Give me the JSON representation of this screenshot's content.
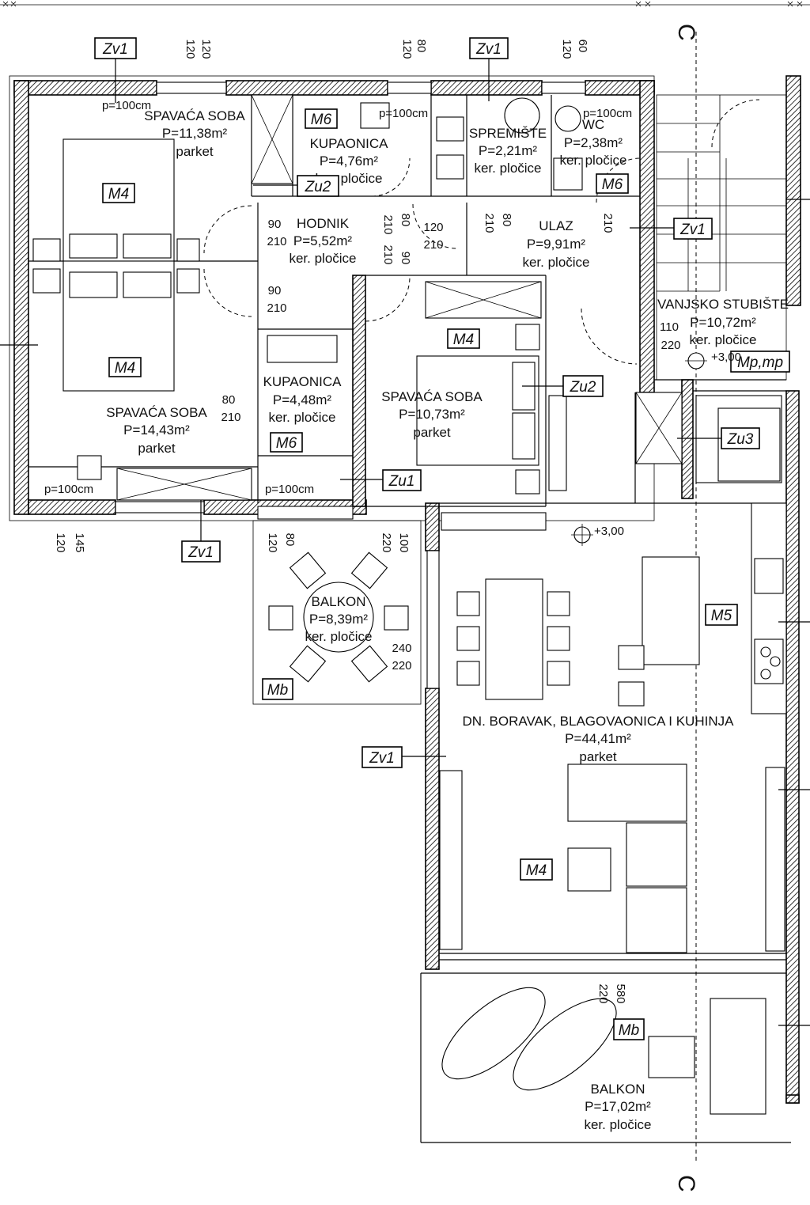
{
  "rooms": [
    {
      "name": "SPAVAĆA SOBA",
      "area": "P=11,38m²",
      "floor": "parket"
    },
    {
      "name": "KUPAONICA",
      "area": "P=4,76m²",
      "floor": "ker. pločice"
    },
    {
      "name": "SPREMIŠTE",
      "area": "P=2,21m²",
      "floor": "ker. pločice"
    },
    {
      "name": "WC",
      "area": "P=2,38m²",
      "floor": "ker. pločice"
    },
    {
      "name": "HODNIK",
      "area": "P=5,52m²",
      "floor": "ker. pločice"
    },
    {
      "name": "ULAZ",
      "area": "P=9,91m²",
      "floor": "ker. pločice"
    },
    {
      "name": "VANJSKO STUBIŠTE",
      "area": "P=10,72m²",
      "floor": "ker. pločice"
    },
    {
      "name": "KUPAONICA",
      "area": "P=4,48m²",
      "floor": "ker. pločice"
    },
    {
      "name": "SPAVAĆA SOBA",
      "area": "P=10,73m²",
      "floor": "parket"
    },
    {
      "name": "SPAVAĆA SOBA",
      "area": "P=14,43m²",
      "floor": "parket"
    },
    {
      "name": "BALKON",
      "area": "P=8,39m²",
      "floor": "ker. pločice"
    },
    {
      "name": "DN. BORAVAK, BLAGOVAONICA I KUHINJA",
      "area": "P=44,41m²",
      "floor": "parket"
    },
    {
      "name": "BALKON",
      "area": "P=17,02m²",
      "floor": "ker. pločice"
    }
  ],
  "tags": [
    "Zv1",
    "Zv1",
    "Zu2",
    "M6",
    "M6",
    "Zv1",
    "M4",
    "M4",
    "M4",
    "Zu2",
    "M6",
    "Zu1",
    "Zv1",
    "Zu3",
    "Mp,mp",
    "M5",
    "Mb",
    "Zv1",
    "M4",
    "Mb"
  ],
  "dims": [
    "120",
    "120",
    "120",
    "80",
    "120",
    "60",
    "p=100cm",
    "p=100cm",
    "p=100cm",
    "90",
    "210",
    "80",
    "210",
    "120",
    "210",
    "210",
    "90",
    "210",
    "80",
    "210",
    "90",
    "210",
    "110",
    "220",
    "80",
    "210",
    "p=100cm",
    "p=100cm",
    "120",
    "145",
    "120",
    "80",
    "220",
    "100",
    "240",
    "220",
    "220",
    "580",
    "+3,00",
    "+3,00"
  ],
  "section_marker": "C"
}
